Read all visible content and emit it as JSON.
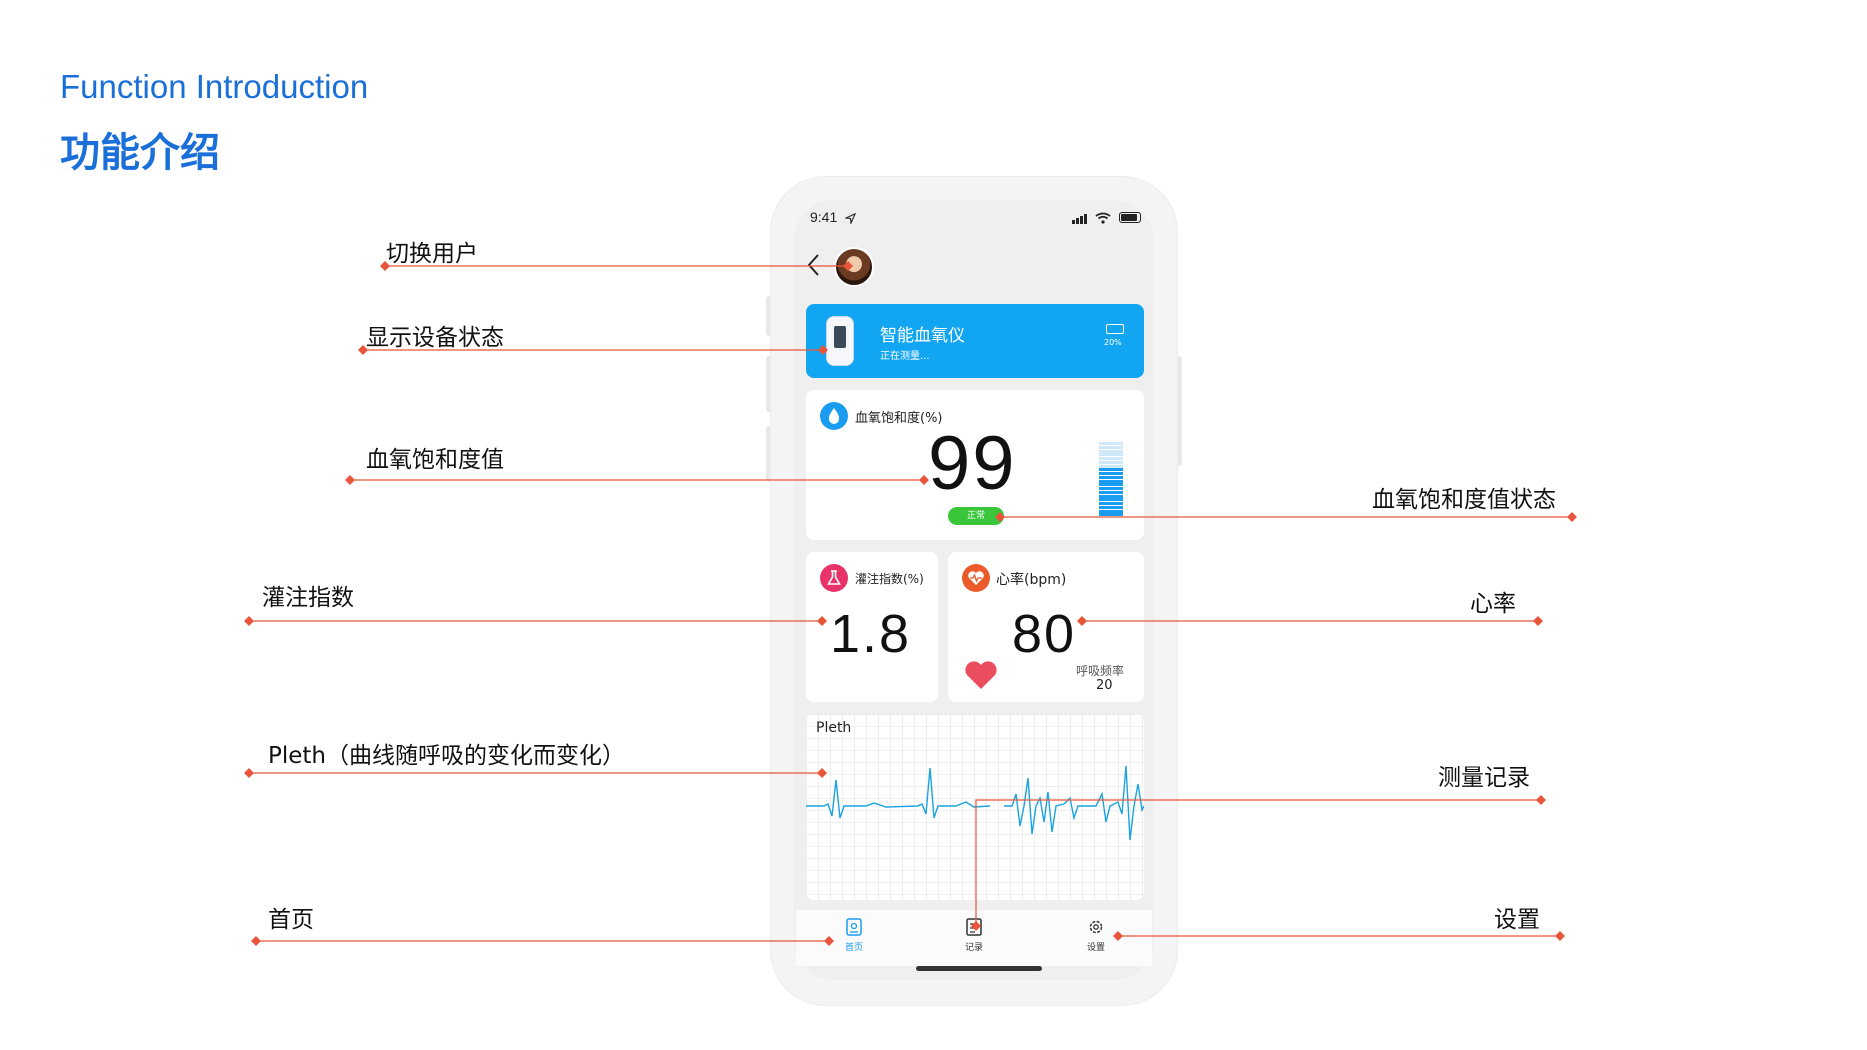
{
  "heading": {
    "title_en": "Function Introduction",
    "title_zh": "功能介绍"
  },
  "annotations": {
    "switch_user": "切换用户",
    "device_status": "显示设备状态",
    "spo2_value": "血氧饱和度值",
    "spo2_state": "血氧饱和度值状态",
    "perfusion_index": "灌注指数",
    "heart_rate": "心率",
    "pleth": "Pleth（曲线随呼吸的变化而变化）",
    "records": "测量记录",
    "home": "首页",
    "settings": "设置"
  },
  "colors": {
    "heading": "#1a6fd8",
    "annotation_line": "#e8553a",
    "device_card": "#12a6f2",
    "normal_badge": "#3ac63a",
    "pleth_line": "#1aa3e0"
  },
  "phone": {
    "status_bar": {
      "time": "9:41",
      "icons": [
        "location-arrow-icon",
        "signal-icon",
        "wifi-icon",
        "battery-icon"
      ]
    },
    "header": {
      "back_icon": "chevron-left-icon",
      "avatar": "user-avatar"
    },
    "device": {
      "name": "智能血氧仪",
      "status": "正在测量...",
      "battery": "20%"
    },
    "spo2": {
      "label": "血氧饱和度(%)",
      "value": "99",
      "badge": "正常",
      "level_bars": 20,
      "level_filled": 13
    },
    "perfusion": {
      "label": "灌注指数(%)",
      "value": "1.8"
    },
    "heart": {
      "label": "心率(bpm)",
      "value": "80",
      "resp_label": "呼吸频率",
      "resp_value": "20"
    },
    "pleth": {
      "label": "Pleth"
    },
    "tabs": [
      {
        "label": "首页",
        "icon": "home-icon",
        "active": true
      },
      {
        "label": "记录",
        "icon": "records-icon",
        "active": false
      },
      {
        "label": "设置",
        "icon": "gear-icon",
        "active": false
      }
    ]
  }
}
